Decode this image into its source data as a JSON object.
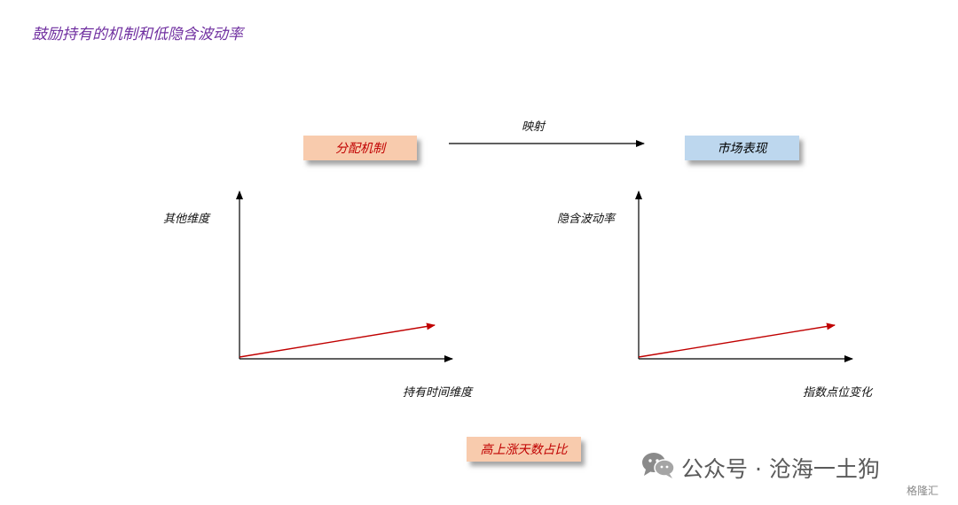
{
  "title": "鼓励持有的机制和低隐含波动率",
  "top_arrow_label": "映射",
  "boxes": {
    "allocation": {
      "label": "分配机制",
      "bg": "#F8CBAD",
      "color": "#C00000"
    },
    "market": {
      "label": "市场表现",
      "bg": "#BDD7EE",
      "color": "#000000"
    },
    "bottom": {
      "label": "高上涨天数占比",
      "bg": "#F8CBAD",
      "color": "#C00000"
    }
  },
  "left_chart": {
    "y_label": "其他维度",
    "x_label": "持有时间维度"
  },
  "right_chart": {
    "y_label": "隐含波动率",
    "x_label": "指数点位变化"
  },
  "colors": {
    "title": "#7030A0",
    "axis": "#000000",
    "trend": "#C00000"
  },
  "watermark": {
    "text": "公众号 · 沧海一土狗",
    "brand": "格隆汇",
    "icon": "wechat-icon"
  }
}
